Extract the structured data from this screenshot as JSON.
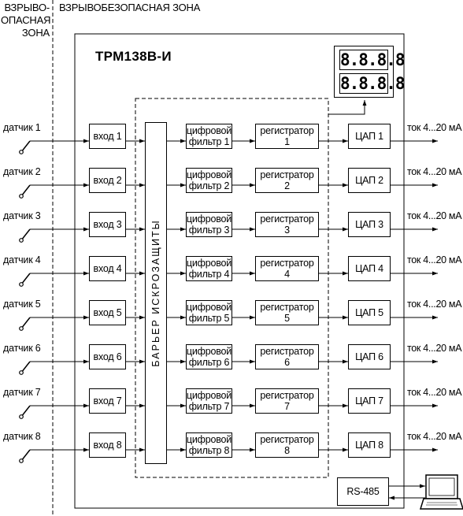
{
  "zones": {
    "hazardous": "ВЗРЫВО-\nОПАСНАЯ\nЗОНА",
    "safe": "ВЗРЫВОБЕЗОПАСНАЯ ЗОНА"
  },
  "device": {
    "title": "ТРМ138В-И",
    "barrier": "БАРЬЕР ИСКРОЗАЩИТЫ",
    "display_top": "8.8.8.8",
    "display_bottom": "8.8.8.8",
    "interface": "RS-485"
  },
  "channels": [
    {
      "sensor": "датчик 1",
      "input": "вход 1",
      "filter": "цифровой\nфильтр 1",
      "recorder": "регистратор\n1",
      "dac": "ЦАП 1",
      "output": "ток 4...20 мА"
    },
    {
      "sensor": "датчик 2",
      "input": "вход 2",
      "filter": "цифровой\nфильтр 2",
      "recorder": "регистратор\n2",
      "dac": "ЦАП 2",
      "output": "ток 4...20 мА"
    },
    {
      "sensor": "датчик 3",
      "input": "вход 3",
      "filter": "цифровой\nфильтр 3",
      "recorder": "регистратор\n3",
      "dac": "ЦАП 3",
      "output": "ток 4...20 мА"
    },
    {
      "sensor": "датчик 4",
      "input": "вход 4",
      "filter": "цифровой\nфильтр 4",
      "recorder": "регистратор\n4",
      "dac": "ЦАП 4",
      "output": "ток 4...20 мА"
    },
    {
      "sensor": "датчик 5",
      "input": "вход 5",
      "filter": "цифровой\nфильтр 5",
      "recorder": "регистратор\n5",
      "dac": "ЦАП 5",
      "output": "ток 4...20 мА"
    },
    {
      "sensor": "датчик 6",
      "input": "вход 6",
      "filter": "цифровой\nфильтр 6",
      "recorder": "регистратор\n6",
      "dac": "ЦАП 6",
      "output": "ток 4...20 мА"
    },
    {
      "sensor": "датчик 7",
      "input": "вход 7",
      "filter": "цифровой\nфильтр 7",
      "recorder": "регистратор\n7",
      "dac": "ЦАП 7",
      "output": "ток 4...20 мА"
    },
    {
      "sensor": "датчик 8",
      "input": "вход 8",
      "filter": "цифровой\nфильтр 8",
      "recorder": "регистратор\n8",
      "dac": "ЦАП 8",
      "output": "ток 4...20 мА"
    }
  ],
  "icons": {
    "sensor": "thermocouple-probe-icon",
    "computer": "laptop-icon"
  }
}
